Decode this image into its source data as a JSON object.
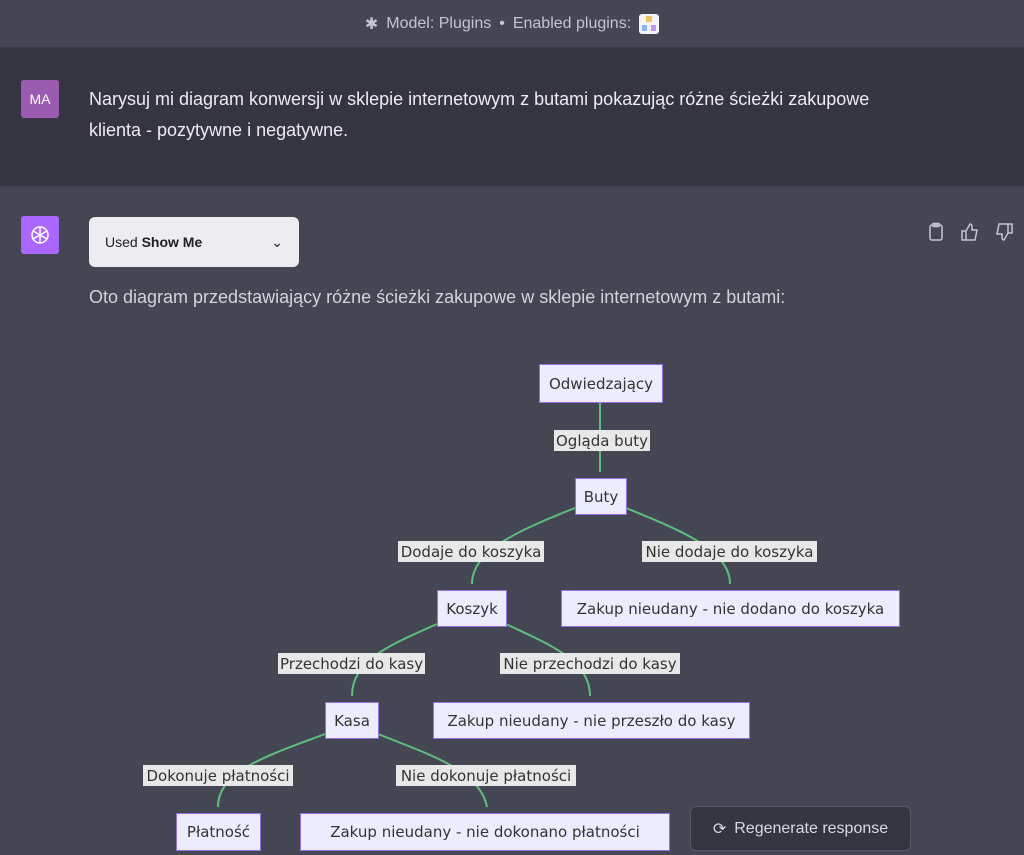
{
  "header": {
    "model_label": "Model: Plugins",
    "separator": "•",
    "enabled_label": "Enabled plugins:"
  },
  "user_message": {
    "avatar": "MA",
    "text": "Narysuj mi diagram konwersji w sklepie internetowym z butami pokazując różne ścieżki zakupowe klienta - pozytywne i negatywne."
  },
  "assistant": {
    "used_prefix": "Used",
    "plugin_name": "Show Me",
    "intro": "Oto diagram przedstawiający różne ścieżki zakupowe w sklepie internetowym z butami:"
  },
  "diagram": {
    "nodes": [
      "Odwiedzający",
      "Buty",
      "Koszyk",
      "Zakup nieudany - nie dodano do koszyka",
      "Kasa",
      "Zakup nieudany - nie przeszło do kasy",
      "Płatność",
      "Zakup nieudany - nie dokonano płatności"
    ],
    "edge_labels": [
      "Ogląda buty",
      "Dodaje do koszyka",
      "Nie dodaje do koszyka",
      "Przechodzi do kasy",
      "Nie przechodzi do kasy",
      "Dokonuje płatności",
      "Nie dokonuje płatności"
    ],
    "colors": {
      "node_fill": "#ECECFF",
      "node_border": "#9370DB",
      "edge": "#5fbf7f"
    }
  },
  "regenerate_label": "Regenerate response"
}
